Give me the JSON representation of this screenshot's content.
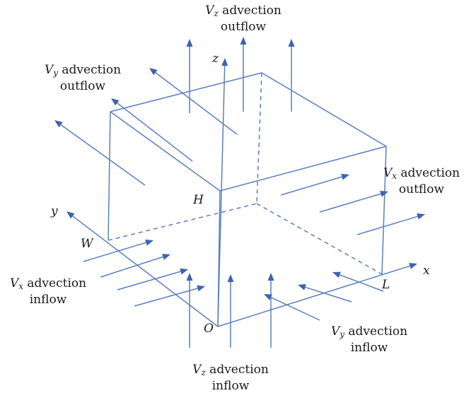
{
  "labels": {
    "vz_out": {
      "symbol": "V",
      "sub": "z",
      "line1_rest": " advection",
      "line2": "outflow"
    },
    "vy_out": {
      "symbol": "V",
      "sub": "y",
      "line1_rest": " advection",
      "line2": "outflow"
    },
    "vx_out": {
      "symbol": "V",
      "sub": "x",
      "line1_rest": " advection",
      "line2": "outflow"
    },
    "vx_in": {
      "symbol": "V",
      "sub": "x",
      "line1_rest": " advection",
      "line2": "inflow"
    },
    "vy_in": {
      "symbol": "V",
      "sub": "y",
      "line1_rest": " advection",
      "line2": "inflow"
    },
    "vz_in": {
      "symbol": "V",
      "sub": "z",
      "line1_rest": " advection",
      "line2": "inflow"
    }
  },
  "axes": {
    "x": "x",
    "y": "y",
    "z": "z"
  },
  "points": {
    "O": "O",
    "H": "H",
    "W": "W",
    "L": "L"
  },
  "colors": {
    "line": "#5b7fc0",
    "arrow": "#3d63b0",
    "text": "#1a1a1a"
  }
}
